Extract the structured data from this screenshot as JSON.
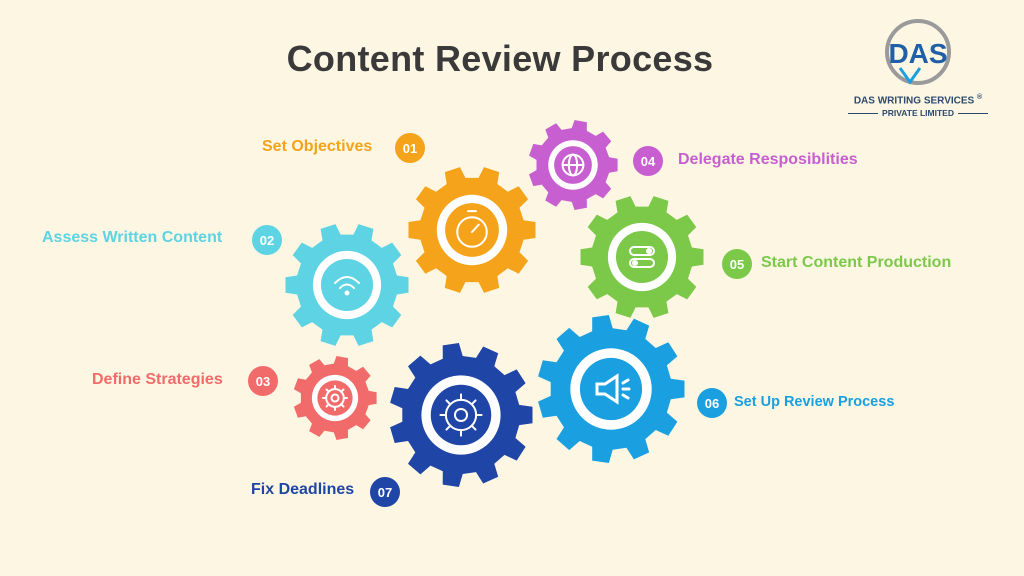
{
  "title": "Content Review Process",
  "logo": {
    "name": "DAS WRITING SERVICES",
    "registered": "®",
    "subtitle": "PRIVATE LIMITED",
    "monogram": "DAS"
  },
  "steps": [
    {
      "num": "01",
      "label": "Set Objectives",
      "color": "#f5a31a"
    },
    {
      "num": "02",
      "label": "Assess Written Content",
      "color": "#5dd3e3"
    },
    {
      "num": "03",
      "label": "Define Strategies",
      "color": "#f26b6b"
    },
    {
      "num": "04",
      "label": "Delegate Resposiblities",
      "color": "#c85fd1"
    },
    {
      "num": "05",
      "label": "Start Content Production",
      "color": "#7cc94a"
    },
    {
      "num": "06",
      "label": "Set Up Review Process",
      "color": "#1aa0e0"
    },
    {
      "num": "07",
      "label": "Fix Deadlines",
      "color": "#1f46a6"
    }
  ],
  "gear_icons": [
    "stopwatch-icon",
    "wifi-icon",
    "settings-icon",
    "globe-icon",
    "toggle-icon",
    "megaphone-icon",
    "cog-icon"
  ]
}
